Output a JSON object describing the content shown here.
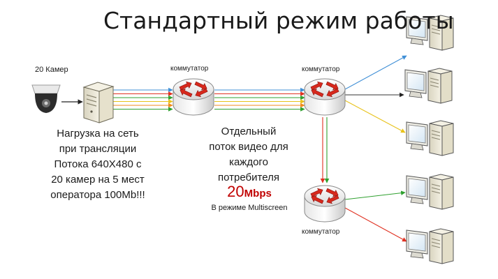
{
  "title": "Стандартный режим работы",
  "camera_label": "20  Камер",
  "switch_label": "коммутатор",
  "load_text": "Нагрузка на сеть при трансляции Потока 640Х480 с 20 камер на 5 мест оператора 100Mb!!!",
  "stream_text": "Отдельный поток видео для каждого потребителя",
  "rate_number": "20",
  "rate_unit": "Mbps",
  "mode_text": "В режиме Multiscreen",
  "colors": {
    "arrow_blue": "#3f8fd6",
    "arrow_red": "#e03020",
    "arrow_green": "#2fa02f",
    "arrow_yellow": "#e8c21a",
    "arrow_orange": "#f08a1e",
    "rate_red": "#c00000"
  },
  "icons": [
    "ip-camera-icon",
    "server-icon",
    "network-switch-icon",
    "workstation-icon"
  ]
}
